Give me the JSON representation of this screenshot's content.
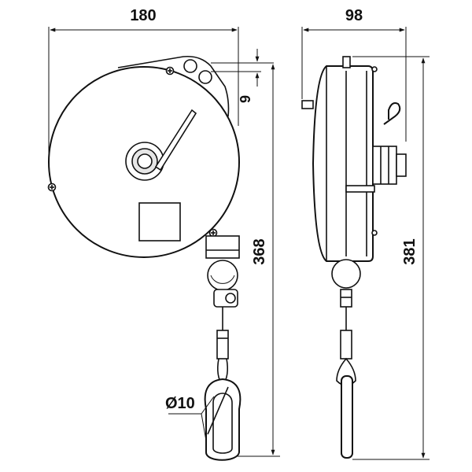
{
  "dimensions": {
    "front_width": "180",
    "side_width": "98",
    "top_offset": "9",
    "front_height": "368",
    "side_height": "381",
    "hook_diameter": "Ø10"
  },
  "colors": {
    "line": "#111111",
    "fill": "#ffffff",
    "shade": "#e6e6e6"
  }
}
